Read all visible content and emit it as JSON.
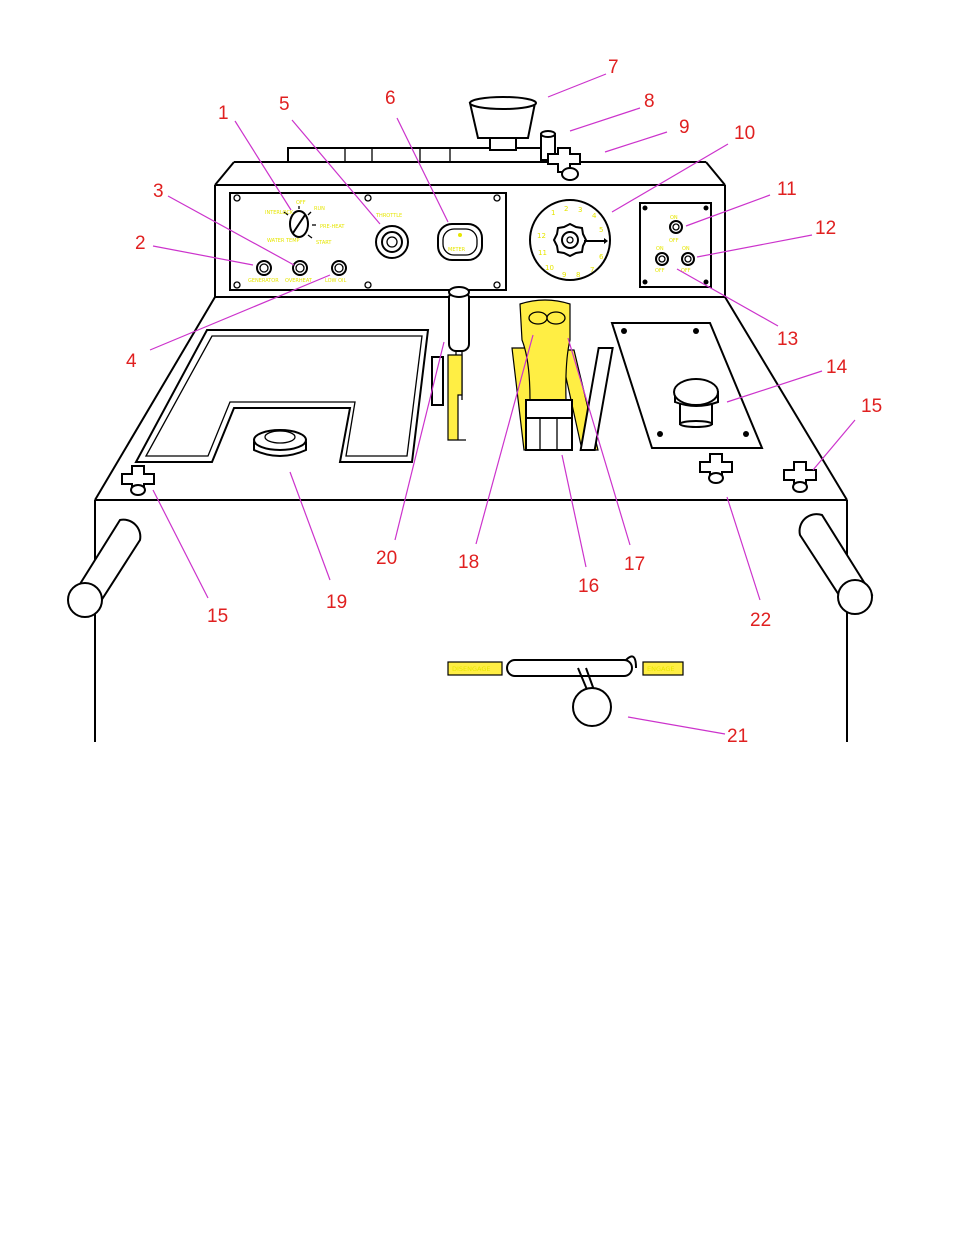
{
  "callouts": [
    "1",
    "2",
    "3",
    "4",
    "5",
    "6",
    "7",
    "8",
    "9",
    "10",
    "11",
    "12",
    "13",
    "14",
    "15",
    "15",
    "16",
    "17",
    "18",
    "19",
    "20",
    "21",
    "22"
  ],
  "panel_labels": {
    "selector_left_top": "INTERLOCK",
    "selector_top": "OFF",
    "selector_top_right": "RUN",
    "selector_right": "PRE-HEAT",
    "selector_left": "WATER TEMP",
    "selector_bottom_right": "START",
    "indicator_left": "GENERATOR",
    "indicator_mid": "OVERHEAT",
    "indicator_right": "LOW OIL",
    "throttle": "THROTTLE",
    "hourmeter": "METER"
  },
  "dial_numbers": [
    "1",
    "2",
    "3",
    "4",
    "5",
    "6",
    "7",
    "8",
    "9",
    "10",
    "11",
    "12"
  ],
  "switch_labels": {
    "top": "ON",
    "top_off": "OFF",
    "left_on": "ON",
    "right_on": "ON",
    "left_off": "OFF",
    "right_off": "OFF"
  },
  "lever_labels": {
    "left": "DISENGAGE",
    "right": "ENGAGE"
  }
}
